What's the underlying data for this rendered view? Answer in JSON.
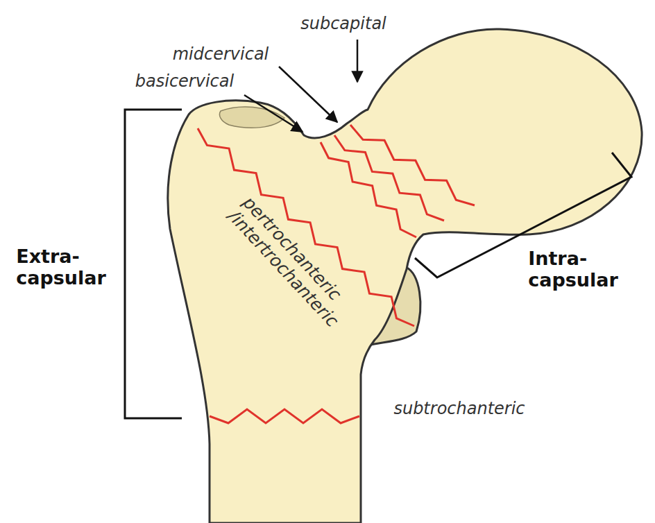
{
  "diagram": {
    "labels": [
      "subcapital",
      "midcervical",
      "basicervical",
      "Extra- capsular",
      "pertrochanteric /intertrochanteric",
      "Intra- capsular",
      "subtrochanteric"
    ]
  }
}
